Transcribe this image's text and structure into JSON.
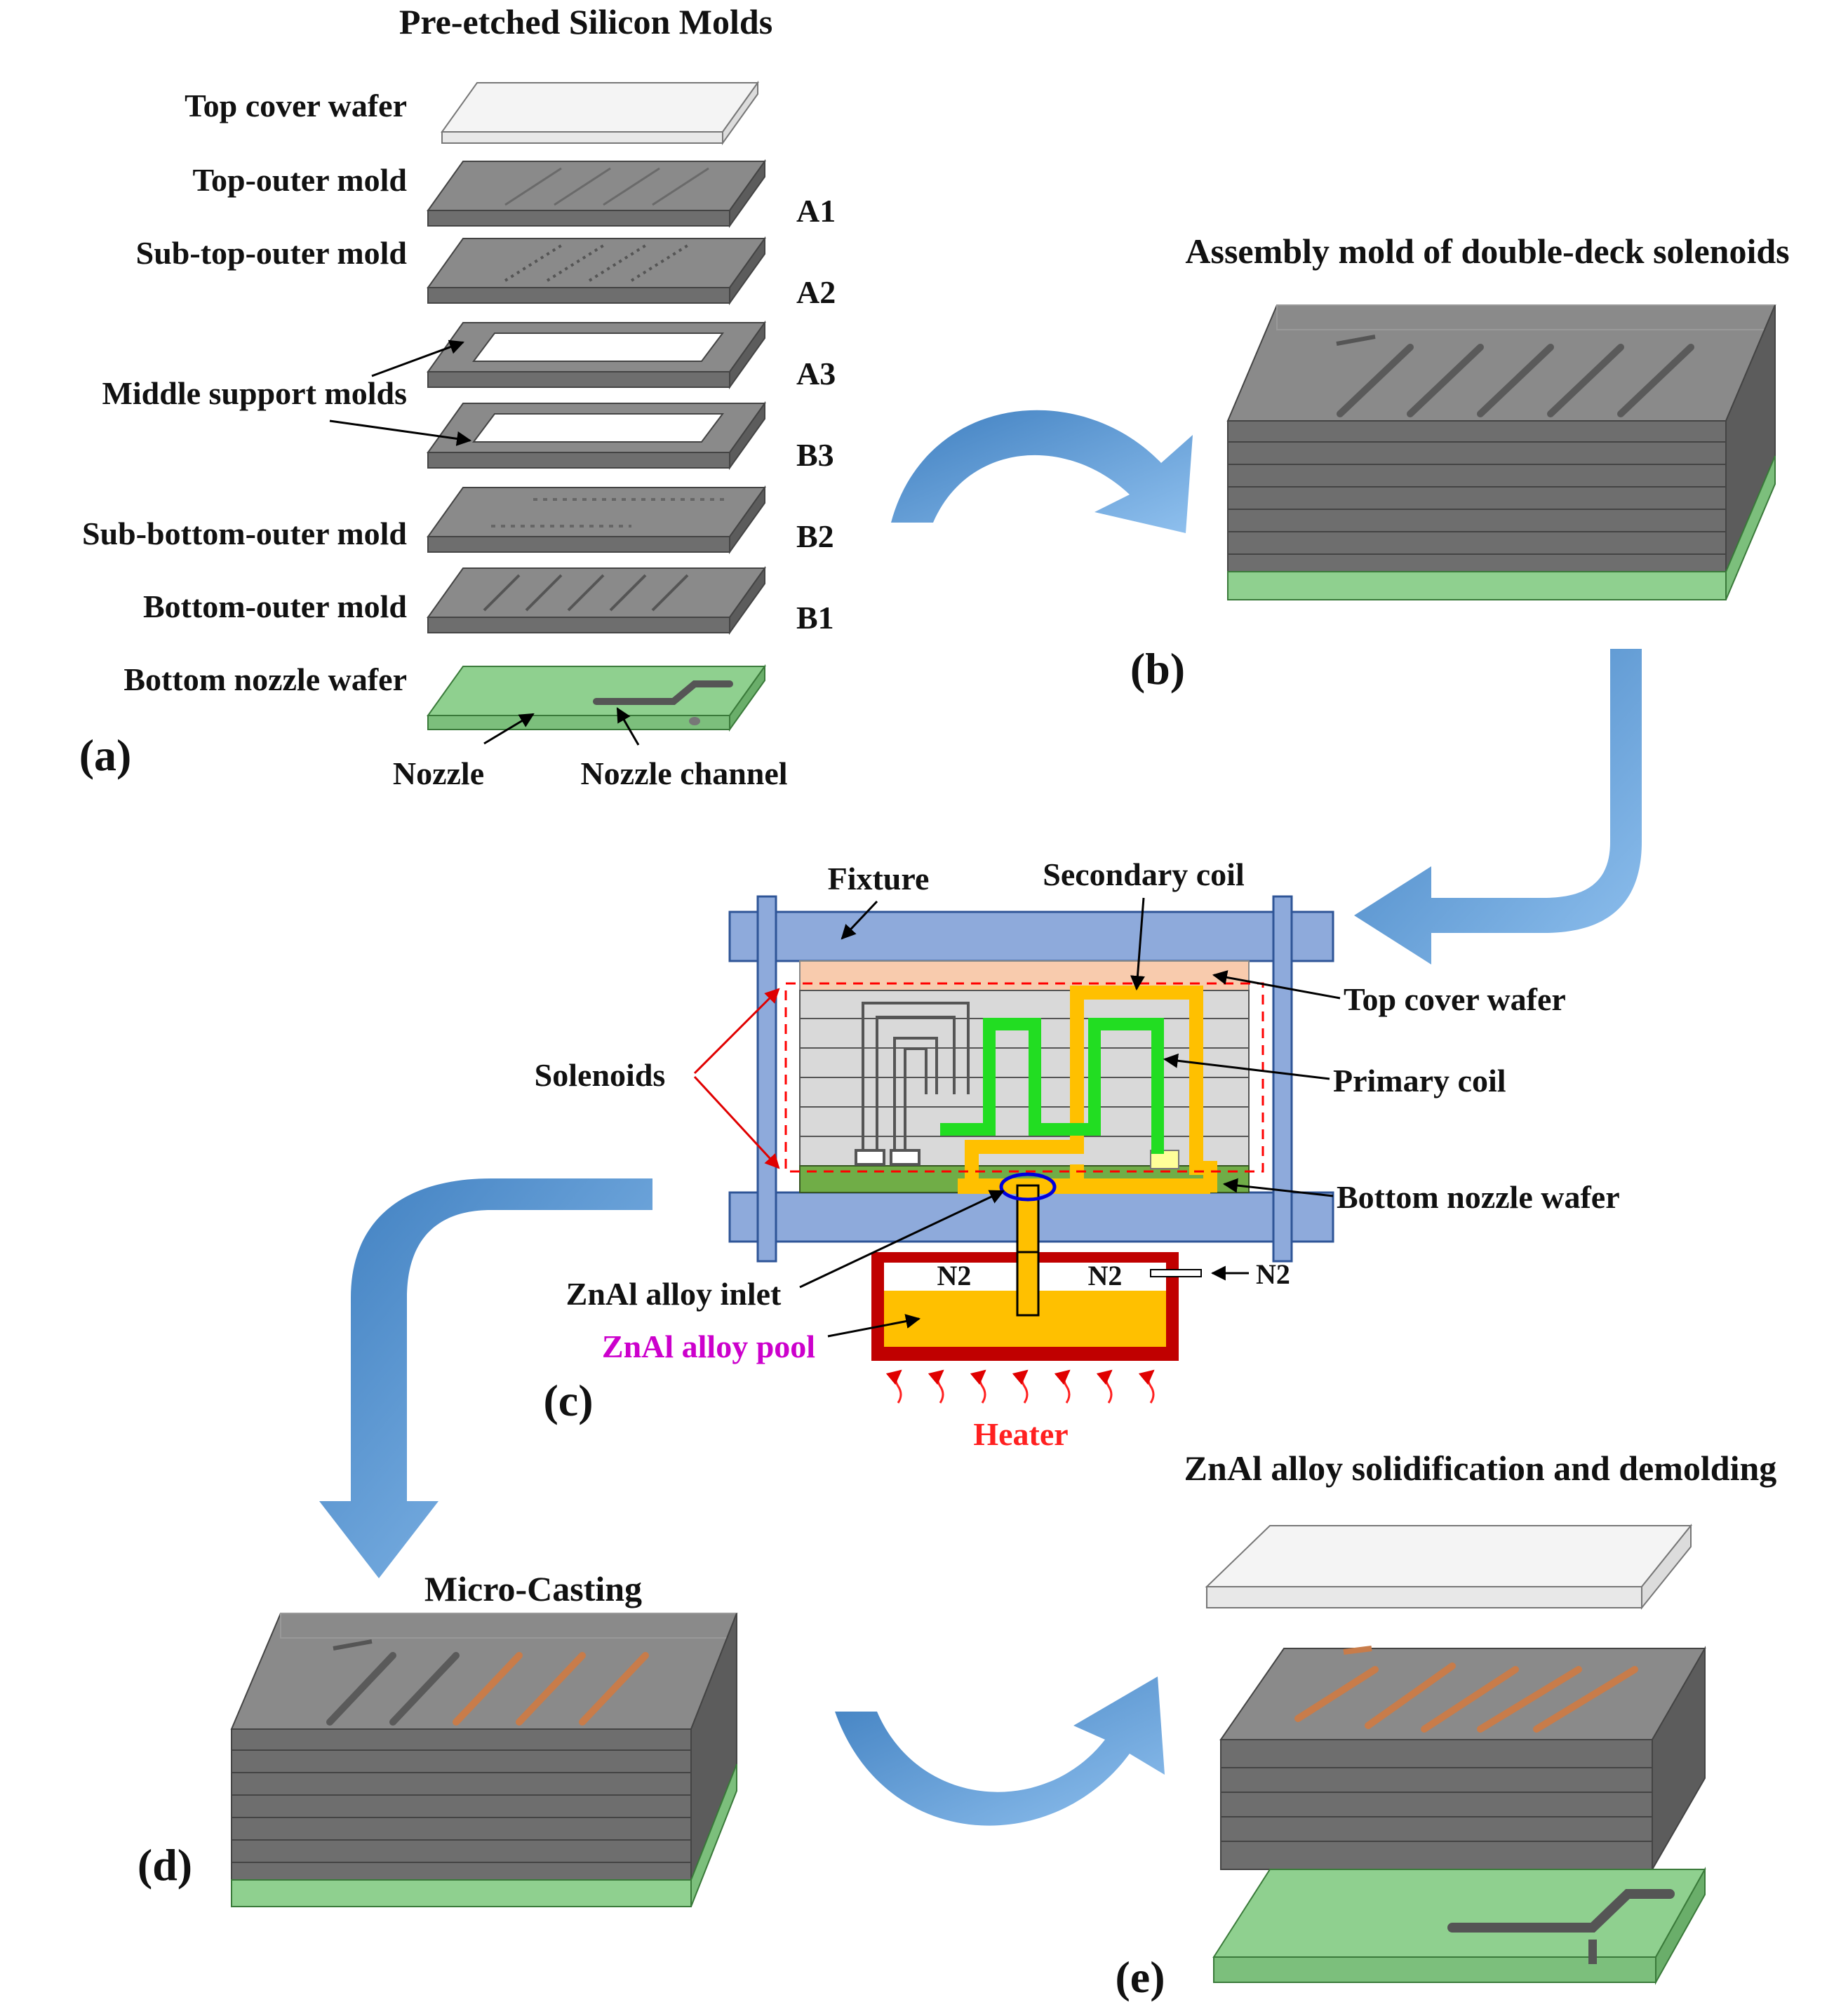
{
  "colors": {
    "slab_top": "#8a8a8a",
    "slab_side": "#5c5c5c",
    "slab_front": "#6e6e6e",
    "green": "#8fd08f",
    "arrow_blue": "#5b9bd5",
    "fixture": "#8eaadb",
    "zn": "#ffc000",
    "pool_frame": "#c00000",
    "coil_green": "#22dd22",
    "orange_top": "#f8cbad",
    "casting_copper": "#c87c4a",
    "pool_label": "#cc00cc",
    "heater": "#ff2020"
  },
  "panel_a": {
    "title": "Pre-etched Silicon Molds",
    "layers": [
      {
        "name": "Top cover wafer",
        "code": ""
      },
      {
        "name": "Top-outer mold",
        "code": "A1"
      },
      {
        "name": "Sub-top-outer mold",
        "code": "A2"
      },
      {
        "name": "Middle support molds",
        "code": "A3"
      },
      {
        "name": "",
        "code": "B3"
      },
      {
        "name": "Sub-bottom-outer mold",
        "code": "B2"
      },
      {
        "name": "Bottom-outer mold",
        "code": "B1"
      },
      {
        "name": "Bottom nozzle wafer",
        "code": ""
      }
    ],
    "nozzle": "Nozzle",
    "nozzle_channel": "Nozzle channel",
    "tag": "(a)"
  },
  "panel_b": {
    "title": "Assembly mold of double-deck solenoids",
    "tag": "(b)"
  },
  "panel_c": {
    "fixture": "Fixture",
    "secondary_coil": "Secondary coil",
    "top_cover_wafer": "Top cover wafer",
    "primary_coil": "Primary coil",
    "solenoids": "Solenoids",
    "bottom_nozzle_wafer": "Bottom nozzle wafer",
    "inlet": "ZnAl alloy inlet",
    "n2_left": "N2",
    "n2_right": "N2",
    "n2_inlet": "N2",
    "pool": "ZnAl alloy pool",
    "heater": "Heater",
    "tag": "(c)"
  },
  "panel_d": {
    "title": "Micro-Casting",
    "tag": "(d)"
  },
  "panel_e": {
    "title": "ZnAl alloy solidification and demolding",
    "tag": "(e)"
  }
}
